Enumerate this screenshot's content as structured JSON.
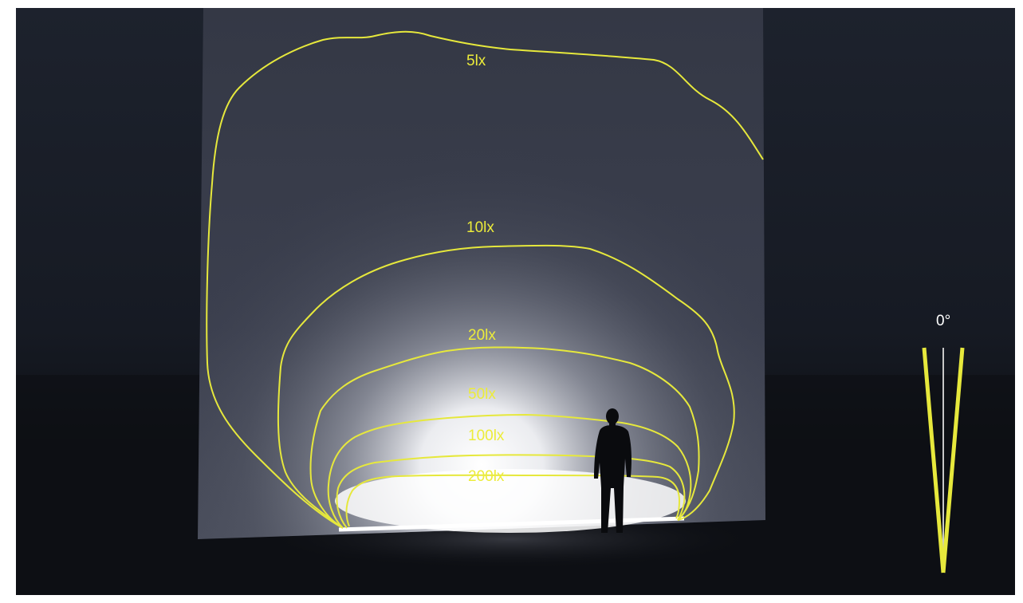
{
  "isolux_labels": [
    "5lx",
    "10lx",
    "20lx",
    "50lx",
    "100lx",
    "200lx"
  ],
  "beam_angle_label": "0°",
  "colors": {
    "contour": "#e6e83c",
    "wall": "#3a3e4e",
    "background": "#151922",
    "ground": "#0c0e13",
    "glow": "#ffffff"
  },
  "icons": [
    "person-silhouette",
    "beam-angle-icon"
  ]
}
